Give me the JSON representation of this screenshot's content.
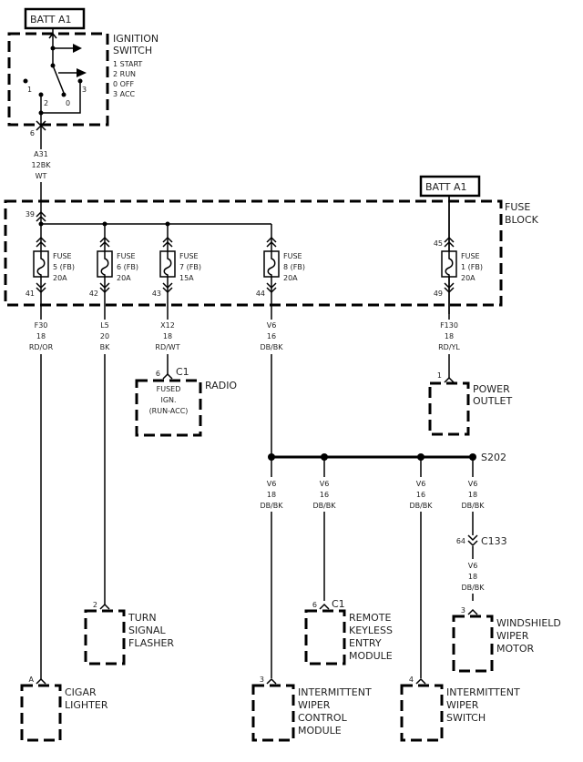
{
  "batt_top": "BATT A1",
  "batt_right": "BATT A1",
  "ignition": {
    "title1": "IGNITION",
    "title2": "SWITCH",
    "positions": [
      "1 START",
      "2 RUN",
      "0 OFF",
      "3 ACC"
    ],
    "contact_labels": [
      "1",
      "2",
      "0",
      "3"
    ],
    "out_pin": "6"
  },
  "wire_a31": [
    "A31",
    "12BK",
    "WT"
  ],
  "fuse_block": {
    "title1": "FUSE",
    "title2": "BLOCK",
    "in_pin": "39",
    "fuses": [
      {
        "l1": "FUSE",
        "l2": "5 (FB)",
        "l3": "20A",
        "out_pin": "41",
        "wire": [
          "F30",
          "18",
          "RD/OR"
        ]
      },
      {
        "l1": "FUSE",
        "l2": "6 (FB)",
        "l3": "20A",
        "out_pin": "42",
        "wire": [
          "L5",
          "20",
          "BK"
        ]
      },
      {
        "l1": "FUSE",
        "l2": "7 (FB)",
        "l3": "15A",
        "out_pin": "43",
        "wire": [
          "X12",
          "18",
          "RD/WT"
        ]
      },
      {
        "l1": "FUSE",
        "l2": "8 (FB)",
        "l3": "20A",
        "out_pin": "44",
        "wire": [
          "V6",
          "16",
          "DB/BK"
        ]
      },
      {
        "l1": "FUSE",
        "l2": "1 (FB)",
        "l3": "20A",
        "in_pin": "45",
        "out_pin": "49",
        "wire": [
          "F130",
          "18",
          "RD/YL"
        ]
      }
    ]
  },
  "radio": {
    "pin": "6",
    "connector": "C1",
    "title": "RADIO",
    "inner": [
      "FUSED",
      "IGN.",
      "(RUN-ACC)"
    ]
  },
  "power_outlet": {
    "pin": "1",
    "title": [
      "POWER",
      "OUTLET"
    ]
  },
  "splice": {
    "name": "S202"
  },
  "branch_wires": [
    [
      "V6",
      "18",
      "DB/BK"
    ],
    [
      "V6",
      "16",
      "DB/BK"
    ],
    [
      "V6",
      "16",
      "DB/BK"
    ],
    [
      "V6",
      "18",
      "DB/BK"
    ]
  ],
  "c133": {
    "pin": "64",
    "name": "C133",
    "wire": [
      "V6",
      "18",
      "DB/BK"
    ]
  },
  "components": {
    "turn_signal": {
      "pin": "2",
      "title": [
        "TURN",
        "SIGNAL",
        "FLASHER"
      ]
    },
    "cigar": {
      "pin": "A",
      "title": [
        "CIGAR",
        "LIGHTER"
      ]
    },
    "keyless": {
      "pin": "6",
      "connector": "C1",
      "title": [
        "REMOTE",
        "KEYLESS",
        "ENTRY",
        "MODULE"
      ]
    },
    "wiper_motor": {
      "pin": "3",
      "title": [
        "WINDSHIELD",
        "WIPER",
        "MOTOR"
      ]
    },
    "wiper_module": {
      "pin": "3",
      "title": [
        "INTERMITTENT",
        "WIPER",
        "CONTROL",
        "MODULE"
      ]
    },
    "wiper_switch": {
      "pin": "4",
      "title": [
        "INTERMITTENT",
        "WIPER",
        "SWITCH"
      ]
    }
  }
}
